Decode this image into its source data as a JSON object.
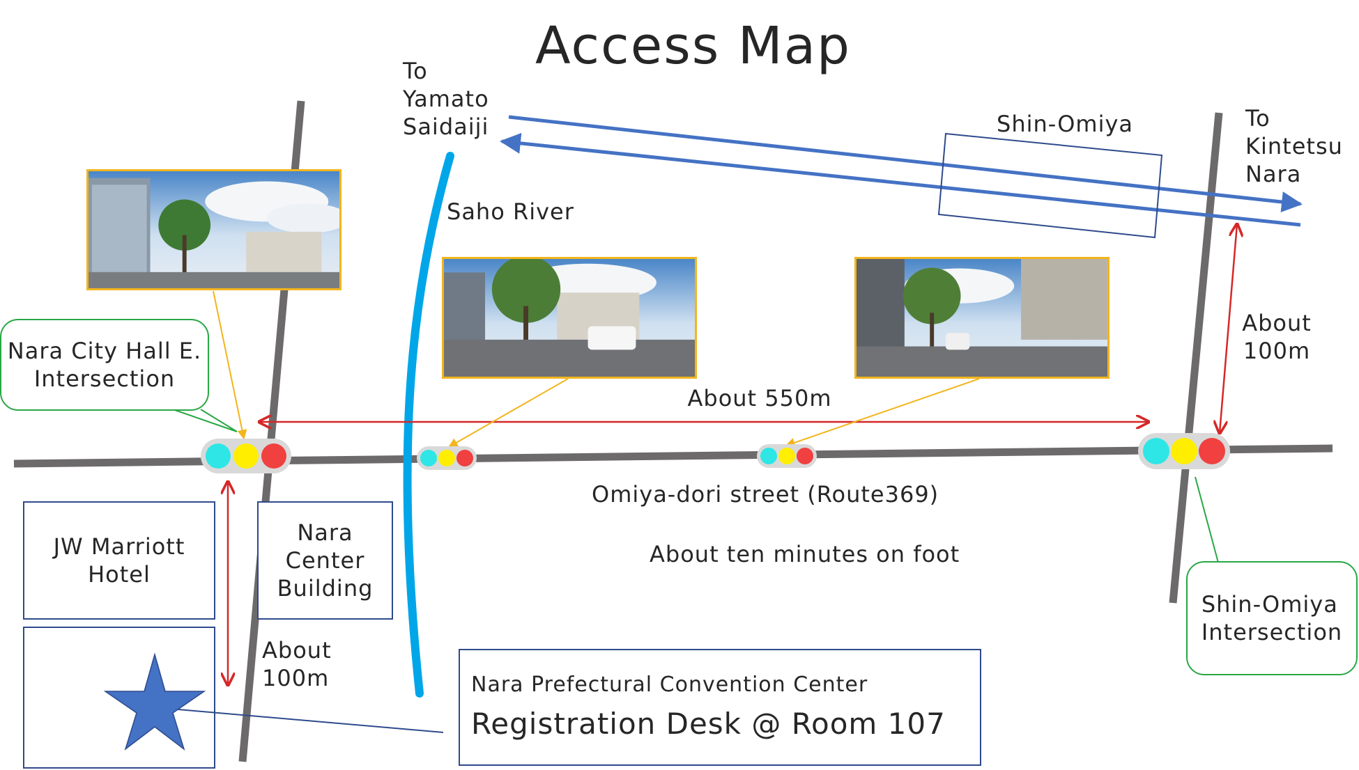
{
  "title": "Access Map",
  "directions": {
    "to_yamato": "To\nYamato\nSaidaiji",
    "to_kintetsu": "To\nKintetsu\nNara"
  },
  "railway": {
    "station_label": "Shin-Omiya"
  },
  "river": {
    "label": "Saho River"
  },
  "street": {
    "name": "Omiya-dori street (Route369)",
    "distance_label": "About 550m",
    "walk_time": "About ten minutes on foot"
  },
  "intersections": {
    "west": "Nara City Hall E.\nIntersection",
    "east": "Shin-Omiya\nIntersection"
  },
  "distances": {
    "east_north": "About\n100m",
    "west_south": "About\n100m"
  },
  "buildings": {
    "jw_marriott": "JW Marriott\nHotel",
    "nara_center": "Nara\nCenter\nBuilding"
  },
  "destination": {
    "venue": "Nara Prefectural Convention Center",
    "desk": "Registration Desk @ Room 107"
  },
  "colors": {
    "road": "#6d6a6b",
    "river": "#00a6e8",
    "rail": "#4472c4",
    "distance_arrow": "#d62728",
    "photo_pointer": "#f2b51c",
    "bubble_border": "#28a745",
    "box_border": "#2e4a8c",
    "star": "#4472c4",
    "light_green": "#2ee6e6",
    "light_yellow": "#ffee00",
    "light_red": "#f04040"
  }
}
